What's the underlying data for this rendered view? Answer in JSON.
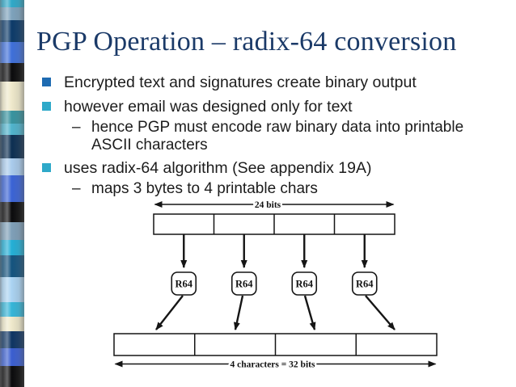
{
  "slide": {
    "title": "PGP Operation – radix-64 conversion",
    "sub_bullet_marker": "–",
    "bullets": [
      {
        "level": 1,
        "text": "Encrypted text and signatures create binary output",
        "bullet_color": "#1e6bb2"
      },
      {
        "level": 1,
        "text": "however email was designed only for text",
        "bullet_color": "#2ea9c9"
      },
      {
        "level": 2,
        "text": "hence PGP must encode raw binary data into printable ASCII characters"
      },
      {
        "level": 1,
        "text": "uses radix-64 algorithm (See appendix 19A)",
        "bullet_color": "#2ea9c9"
      },
      {
        "level": 2,
        "text": "maps 3 bytes to 4 printable chars"
      }
    ]
  },
  "diagram": {
    "top_label": "24 bits",
    "bottom_label": "4 characters = 32 bits",
    "r64_boxes": [
      "R64",
      "R64",
      "R64",
      "R64"
    ],
    "top_cell_count": 4,
    "bottom_cell_count": 4,
    "box_fill": "#e6e6e6"
  },
  "colors": {
    "title_text": "#1b3a68",
    "body_text": "#1c1c1c",
    "bullet_blue": "#1e6bb2",
    "bullet_cyan": "#2ea9c9"
  },
  "decor": {
    "strip_segments": [
      {
        "height": 9,
        "color": "#2fa8c8"
      },
      {
        "height": 16,
        "color": "#7da2bc"
      },
      {
        "height": 27,
        "color": "#0c3a69"
      },
      {
        "height": 26,
        "color": "#3e6fd9"
      },
      {
        "height": 23,
        "color": "#0b0b0c"
      },
      {
        "height": 36,
        "color": "#efe9cb"
      },
      {
        "height": 16,
        "color": "#37939f"
      },
      {
        "height": 14,
        "color": "#4fb3cc"
      },
      {
        "height": 29,
        "color": "#0d2f52"
      },
      {
        "height": 21,
        "color": "#a9cbec"
      },
      {
        "height": 33,
        "color": "#3a63d5"
      },
      {
        "height": 25,
        "color": "#0b0b0c"
      },
      {
        "height": 22,
        "color": "#7e9fb8"
      },
      {
        "height": 19,
        "color": "#23afd6"
      },
      {
        "height": 27,
        "color": "#14537e"
      },
      {
        "height": 31,
        "color": "#aad3f2"
      },
      {
        "height": 18,
        "color": "#35b5d8"
      },
      {
        "height": 18,
        "color": "#efe9cb"
      },
      {
        "height": 21,
        "color": "#0f3563"
      },
      {
        "height": 22,
        "color": "#3a5ed0"
      },
      {
        "height": 26,
        "color": "#0b0b0c"
      }
    ]
  }
}
